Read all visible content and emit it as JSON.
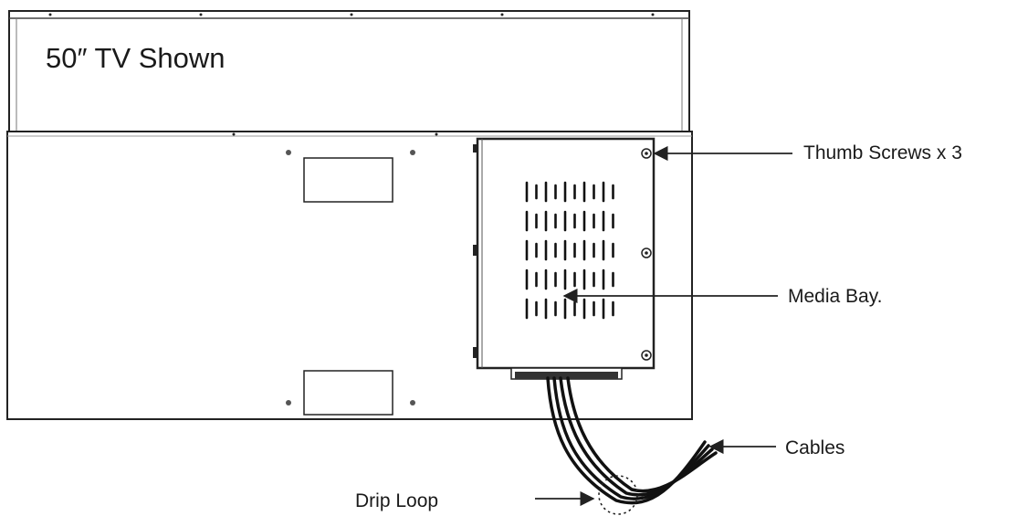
{
  "title": "50″ TV Shown",
  "callouts": {
    "thumb_screws": "Thumb Screws x 3",
    "media_bay": "Media Bay.",
    "cables": "Cables",
    "drip_loop": "Drip Loop"
  }
}
